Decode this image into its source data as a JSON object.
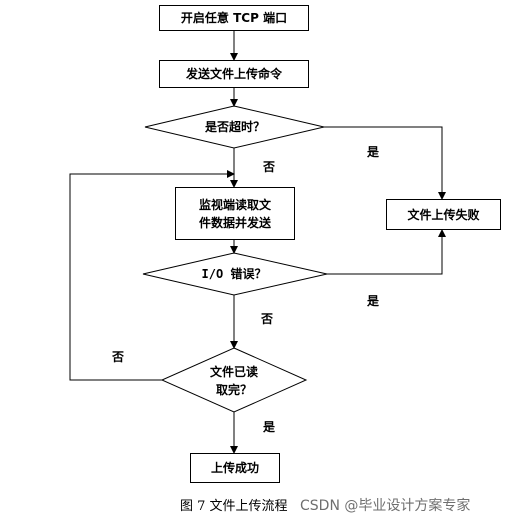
{
  "nodes": {
    "open_port": "开启任意 TCP 端口",
    "send_cmd": "发送文件上传命令",
    "timeout_q": "是否超时？",
    "monitor_l1": "监视端读取文",
    "monitor_l2": "件数据并发送",
    "upload_fail": "文件上传失败",
    "io_error_q": "I/O 错误？",
    "read_done_l1": "文件已读",
    "read_done_l2": "取完？",
    "upload_ok": "上传成功"
  },
  "edge_labels": {
    "timeout_yes": "是",
    "timeout_no": "否",
    "io_yes": "是",
    "io_no": "否",
    "loop_no": "否",
    "done_yes": "是"
  },
  "caption": "图 7  文件上传流程",
  "watermark": "CSDN @毕业设计方案专家"
}
